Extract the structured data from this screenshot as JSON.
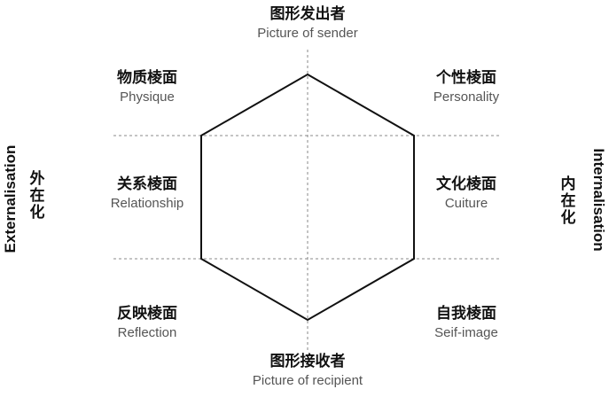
{
  "top": {
    "zh": "图形发出者",
    "en": "Picture of sender"
  },
  "bottom": {
    "zh": "图形接收者",
    "en": "Picture of recipient"
  },
  "facets": {
    "top_left": {
      "zh": "物质棱面",
      "en": "Physique"
    },
    "top_right": {
      "zh": "个性棱面",
      "en": "Personality"
    },
    "mid_left": {
      "zh": "关系棱面",
      "en": "Relationship"
    },
    "mid_right": {
      "zh": "文化棱面",
      "en": "Cuiture"
    },
    "bottom_left": {
      "zh": "反映棱面",
      "en": "Reflection"
    },
    "bottom_right": {
      "zh": "自我棱面",
      "en": "Seif-image"
    }
  },
  "left_side": {
    "en": "Externalisation",
    "zh": "外在化"
  },
  "right_side": {
    "en": "Internalisation",
    "zh": "内在化"
  }
}
